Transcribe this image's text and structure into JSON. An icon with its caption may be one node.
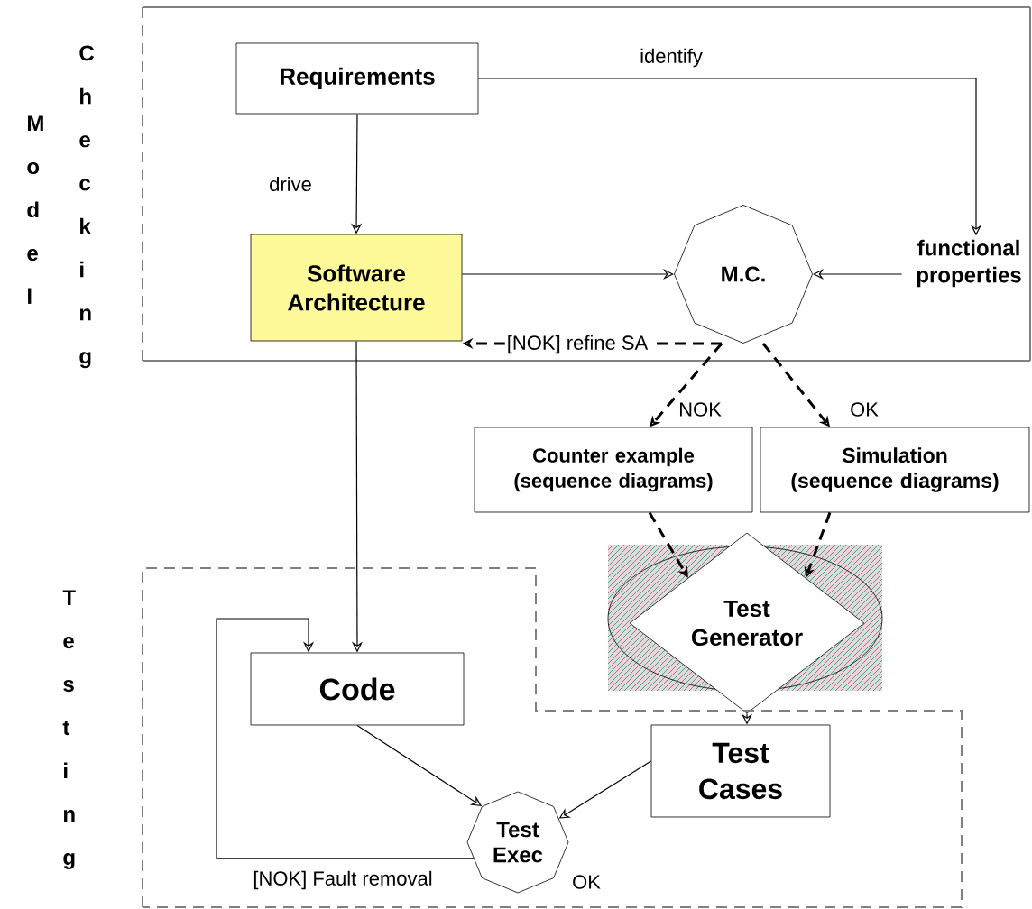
{
  "diagram": {
    "nodes": [
      {
        "text": [
          "Model",
          "Checking"
        ]
      },
      {
        "text": [
          "Requirements"
        ],
        "in": 0
      },
      {
        "text": [
          "Software Architecture"
        ],
        "in": 0
      },
      {
        "text": [
          "M.C."
        ],
        "in": 0
      },
      {
        "text": [
          "functional properties"
        ],
        "in": 0
      },
      {
        "text": [
          "Counter example (sequence diagrams)"
        ]
      },
      {
        "text": [
          "Simulation (sequence diagrams)"
        ]
      },
      {
        "text": [
          "Test Generator"
        ]
      },
      {
        "text": [
          "Testing"
        ]
      },
      {
        "text": [
          "Code"
        ],
        "in": 8
      },
      {
        "text": [
          "Test Cases"
        ],
        "in": 8
      },
      {
        "text": [
          "Test Exec"
        ],
        "in": 8,
        "beside": [
          "OK"
        ]
      }
    ],
    "edges": [
      {
        "from": 1,
        "to": 2,
        "arrow": "to",
        "label": "drive"
      },
      {
        "from": 1,
        "to": 4,
        "arrow": "to",
        "label": "identify"
      },
      {
        "from": 2,
        "to": 3,
        "arrow": "to"
      },
      {
        "from": 4,
        "to": 3,
        "arrow": "to"
      },
      {
        "from": 3,
        "to": 2,
        "arrow": "to",
        "label": "[NOK] refine SA",
        "style": "dashed"
      },
      {
        "from": 3,
        "to": 5,
        "arrow": "to",
        "label": "NOK",
        "style": "dashed"
      },
      {
        "from": 3,
        "to": 6,
        "arrow": "to",
        "label": "OK",
        "style": "dashed"
      },
      {
        "from": 5,
        "to": 7,
        "arrow": "to",
        "style": "dashed"
      },
      {
        "from": 6,
        "to": 7,
        "arrow": "to",
        "style": "dashed"
      },
      {
        "from": 2,
        "to": 9,
        "arrow": "to"
      },
      {
        "from": 7,
        "to": 10,
        "arrow": "to"
      },
      {
        "from": 9,
        "to": 11,
        "arrow": "to"
      },
      {
        "from": 10,
        "to": 11,
        "arrow": "to"
      },
      {
        "from": 11,
        "to": 9,
        "arrow": "to",
        "label": "[NOK] Fault removal"
      }
    ]
  }
}
